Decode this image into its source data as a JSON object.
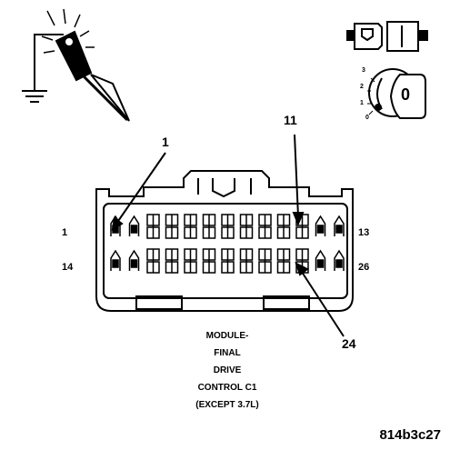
{
  "callouts": {
    "pin1": "1",
    "pin11": "11",
    "pin24": "24"
  },
  "row_labels": {
    "row1_start": "1",
    "row1_end": "13",
    "row2_start": "14",
    "row2_end": "26"
  },
  "caption": [
    "MODULE-",
    "FINAL",
    "DRIVE",
    "CONTROL C1",
    "(EXCEPT 3.7L)"
  ],
  "figure_id": "814b3c27",
  "ignition_key": {
    "positions": [
      "3",
      "2",
      "1",
      "0"
    ],
    "current": "0"
  },
  "colors": {
    "ink": "#000000",
    "paper": "#ffffff"
  }
}
